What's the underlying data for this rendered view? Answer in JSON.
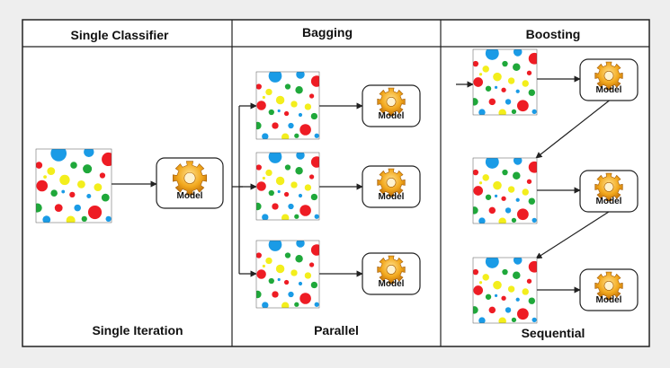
{
  "columns": [
    {
      "title": "Single Classifier",
      "footer": "Single Iteration",
      "model_labels": [
        "Model"
      ]
    },
    {
      "title": "Bagging",
      "footer": "Parallel",
      "model_labels": [
        "Model",
        "Model",
        "Model"
      ]
    },
    {
      "title": "Boosting",
      "footer": "Sequential",
      "model_labels": [
        "Model",
        "Model",
        "Model"
      ]
    }
  ],
  "colors": {
    "panel_bg": "#ffffff",
    "border": "#222222",
    "page_bg": "#eeeeee",
    "dot_red": "#ee1c24",
    "dot_blue": "#1a9be6",
    "dot_yellow": "#f3ee1c",
    "dot_green": "#1fa83a",
    "gear": "#f2a81d"
  },
  "icons": [
    "gear-icon",
    "data-sample-icon",
    "arrow-icon"
  ]
}
